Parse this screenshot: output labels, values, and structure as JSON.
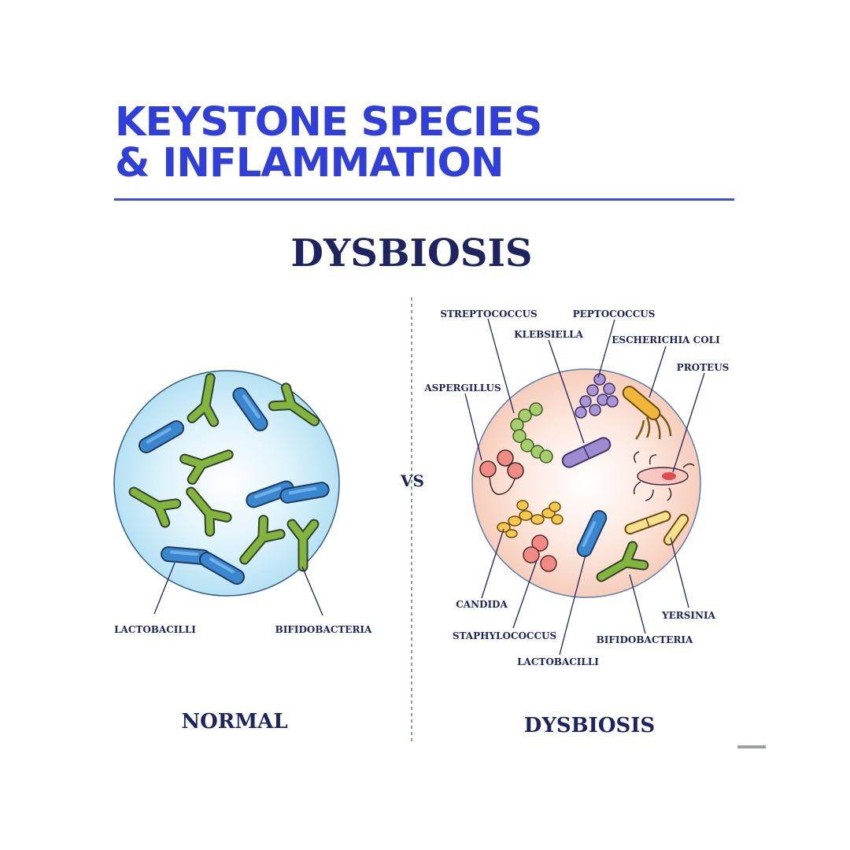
{
  "header": {
    "line1": "KEYSTONE SPECIES",
    "line2": "& INFLAMMATION"
  },
  "diagram": {
    "title": "DYSBIOSIS",
    "vs": "VS",
    "left": {
      "caption": "NORMAL",
      "labels": {
        "lactobacilli": "LACTOBACILLI",
        "bifidobacteria": "BIFIDOBACTERIA"
      }
    },
    "right": {
      "caption": "DYSBIOSIS",
      "labels": {
        "streptococcus": "STREPTOCOCCUS",
        "peptococcus": "PEPTOCOCCUS",
        "klebsiella": "KLEBSIELLA",
        "escherichia_coli": "ESCHERICHIA COLI",
        "proteus": "PROTEUS",
        "aspergillus": "ASPERGILLUS",
        "candida": "CANDIDA",
        "staphylococcus": "STAPHYLOCOCCUS",
        "lactobacilli": "LACTOBACILLI",
        "bifidobacteria": "BIFIDOBACTERIA",
        "yersinia": "YERSINIA"
      }
    }
  },
  "colors": {
    "headline": "#2f3fd8",
    "text_dark": "#1d2460",
    "normal_fill": "#c4e8f7",
    "dysbiosis_fill": "#fad9cc",
    "rod_blue": "#3a86cf",
    "bifido_green": "#82b53d",
    "cocci_green": "#a6cf6c",
    "purple": "#9f8bd0",
    "orange": "#f0b63a",
    "yellow": "#f6e08d",
    "coral": "#ef8a84"
  }
}
